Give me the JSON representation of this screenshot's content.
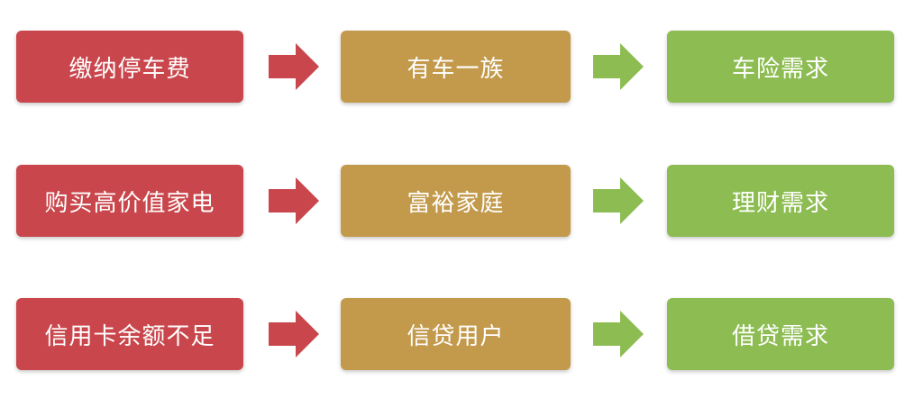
{
  "colors": {
    "cause": "#c9474c",
    "segment": "#c39a4c",
    "need": "#8dbd52",
    "arrow_cause": "#c9474c",
    "arrow_need": "#8dbd52"
  },
  "rows": [
    {
      "cause": "缴纳停车费",
      "segment": "有车一族",
      "need": "车险需求"
    },
    {
      "cause": "购买高价值家电",
      "segment": "富裕家庭",
      "need": "理财需求"
    },
    {
      "cause": "信用卡余额不足",
      "segment": "信贷用户",
      "need": "借贷需求"
    }
  ]
}
